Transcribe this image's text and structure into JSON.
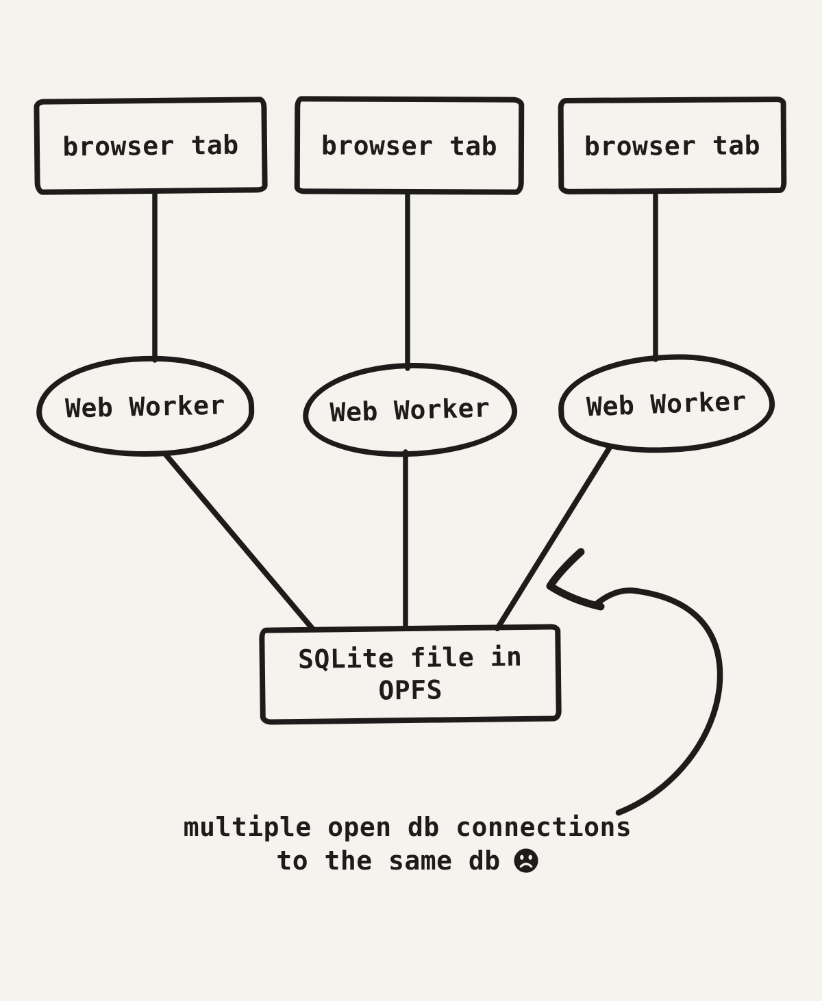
{
  "palette": {
    "background": "#f5f3ee",
    "ink": "#1d1c1a"
  },
  "diagram": {
    "browser_tabs": [
      {
        "label": "browser tab"
      },
      {
        "label": "browser tab"
      },
      {
        "label": "browser tab"
      }
    ],
    "web_workers": [
      {
        "label": "Web Worker"
      },
      {
        "label": "Web Worker"
      },
      {
        "label": "Web Worker"
      }
    ],
    "sqlite_box": {
      "line1": "SQLite file in",
      "line2": "OPFS"
    },
    "caption": {
      "line1": "multiple open db connections",
      "line2": "to the same db",
      "emoji": "frowning-face"
    }
  }
}
